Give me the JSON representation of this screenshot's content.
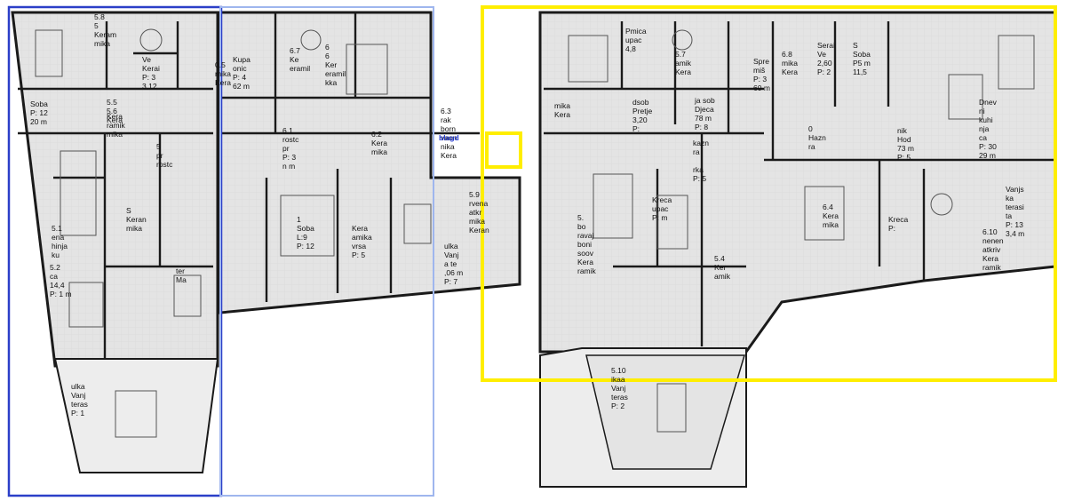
{
  "colors": {
    "wall": "#1a1a1a",
    "floor": "#e4e4e4",
    "terrace": "#ededed",
    "outline_left": "#2b3fc8",
    "outline_middle": "#9fb6ee",
    "highlight": "#ffee00",
    "highlight_label": "#2a3fd6"
  },
  "labels": [
    "5.8\n5\nKeram\nmika",
    "0.5\nmika\nKera",
    "Ve\nKerai\nP: 3\n3,12",
    "5.5\n5.6\nKera",
    "Soba\nP: 12\n20 m",
    "Kera\nramik\nmika",
    "5\npr\nrostc",
    "Kupa\nonic\nP: 4\n62 m",
    "6.7\nKe\neramil",
    "6\n6\nKer\neramil\nkka",
    "6.1\nrostc\npr\nP: 3\nn m",
    "6.2\nKera\nmika",
    "6.3\nrak\nborn\nvaon\nnika\nKera",
    "blagd",
    "S\nKeran\nmika",
    "5.1\nena\nhinja\nku",
    "5.2\nca\n14,4\nP: 1 m",
    "ter\nMa",
    "1\nSoba\nL:9\nP: 12",
    "5.9\nrvena\natkr\nmika\nKeran",
    "ulka\nVanj\na te\n,06 m\nP: 7",
    "ulka\nVanj\nteras\nP: 1",
    "Kera\namika\nvrsa\nP: 5",
    "Pmica\nupac\n4,8",
    "5.7\namik\nKera",
    "dsob\nPretje\n3,20\nP:",
    "mika\nKera",
    "Spre\nmiš\nP: 3\n60 m",
    "6.8\nmika\nKera",
    "Serai\nVe\n2,60\nP: 2",
    "S\nSoba\nP5 m\n11,5",
    "ja sob\nDjeca\n78 m\nP: 8",
    "kazn\nra\n\nrka\nP: 5",
    "0\nHazn\nra",
    "Dnev\nni\nkuhi\nnja\nca\nP: 30\n29 m",
    "nik\nHod\n73 m\nP: 5.",
    "5.\nbo\nravaj\nboni\nsoov\nKera\nramik",
    "Kreca\nupac\nP: m",
    "6.4\nKera\nmika",
    "Kreca\nP:",
    "Vanjs\nka\nterasi\nta\nP: 13\n3,4 m",
    "6.10\nnenen\natkriv\nKera\nramik",
    "5.4\nKer\namik",
    "5.10\nikaa\nVanj\nteras\nP: 2"
  ]
}
